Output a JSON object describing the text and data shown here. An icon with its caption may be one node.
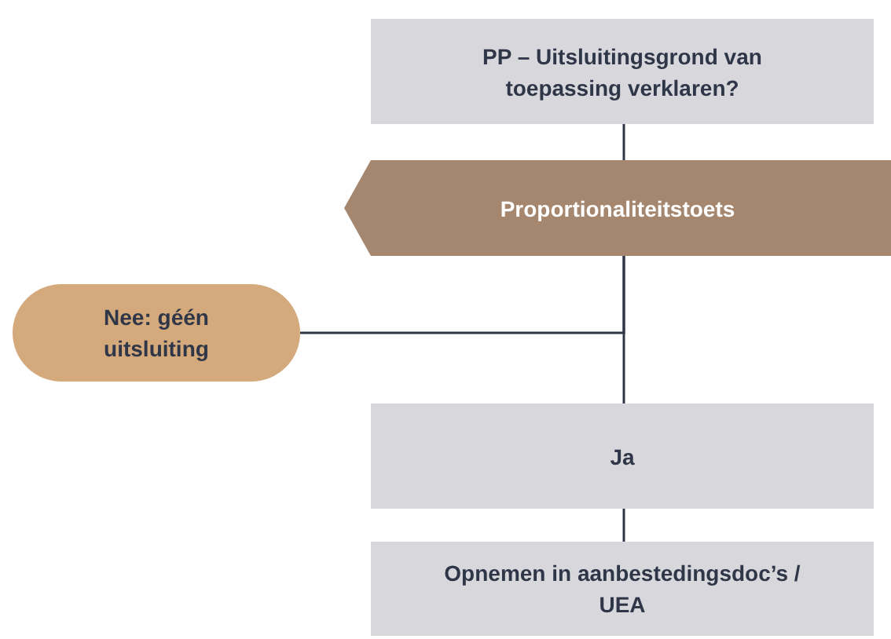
{
  "diagram": {
    "nodes": [
      {
        "text": [
          "PP – Uitsluitingsgrond van toepassing verklaren?"
        ]
      },
      {
        "text": [
          "Proportionaliteitstoets"
        ]
      },
      {
        "text": [
          "Nee: géén uitsluiting"
        ]
      },
      {
        "text": [
          "Ja"
        ]
      },
      {
        "text": [
          "Opnemen in aanbestedingsdoc’s / UEA"
        ]
      }
    ],
    "edges": [
      {
        "from": 0,
        "to": 1,
        "arrow": "none"
      },
      {
        "from": 1,
        "to": 2,
        "arrow": "none"
      },
      {
        "from": 1,
        "to": 3,
        "arrow": "none"
      },
      {
        "from": 3,
        "to": 4,
        "arrow": "none"
      }
    ]
  }
}
